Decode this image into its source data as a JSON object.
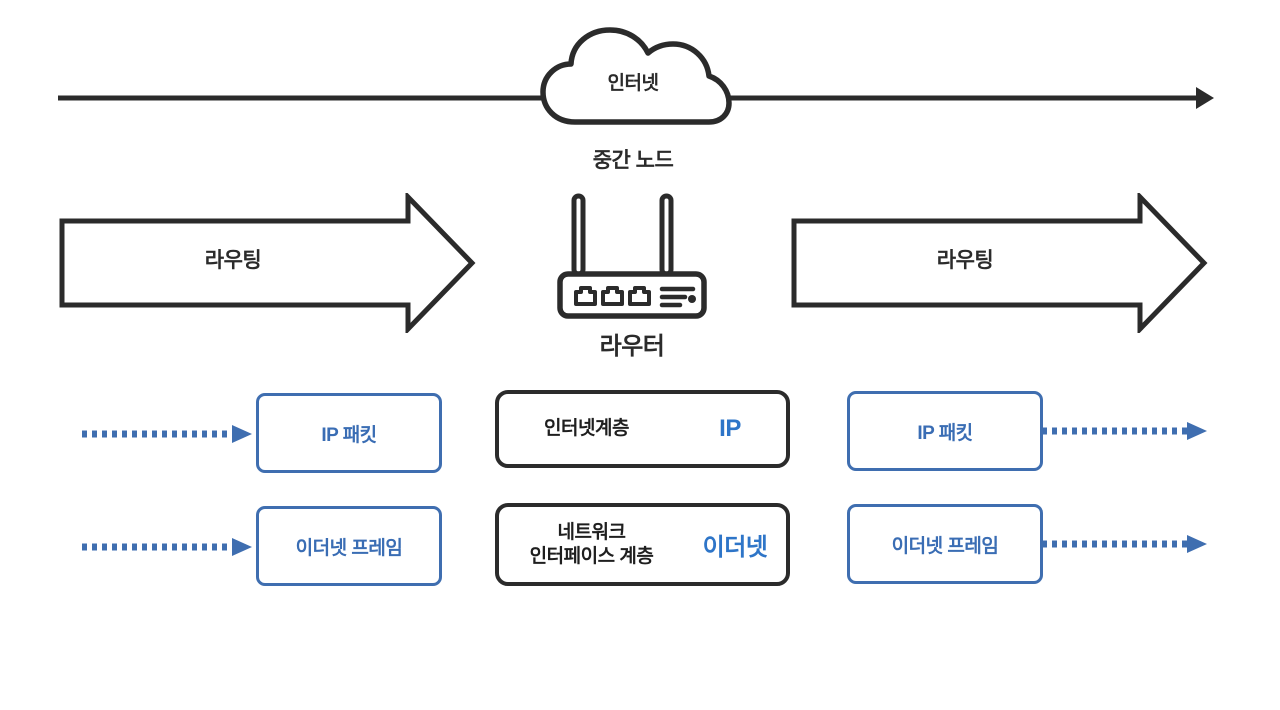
{
  "diagram": {
    "title_internet": "인터넷",
    "label_intermediate_node": "중간 노드",
    "label_router": "라우터",
    "routing_left": "라우팅",
    "routing_right": "라우팅",
    "colors": {
      "stroke_dark": "#2b2b2b",
      "blue_border": "#3f6eb0",
      "blue_text": "#3a6db4",
      "blue_proto": "#2e75c8",
      "background": "#ffffff"
    },
    "left_stack": [
      {
        "label": "IP 패킷"
      },
      {
        "label": "이더넷 프레임"
      }
    ],
    "center_stack": [
      {
        "layer": "인터넷계층",
        "protocol": "IP"
      },
      {
        "layer": "네트워크\n인터페이스 계층",
        "protocol": "이더넷"
      }
    ],
    "right_stack": [
      {
        "label": "IP 패킷"
      },
      {
        "label": "이더넷 프레임"
      }
    ]
  }
}
